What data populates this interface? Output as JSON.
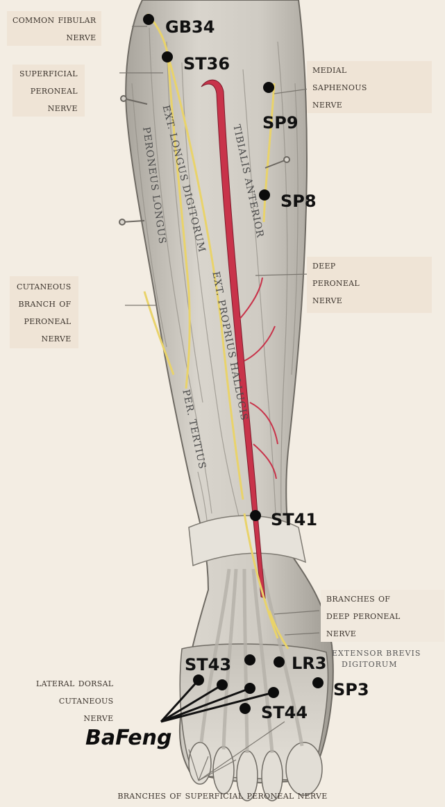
{
  "labels": {
    "common_fibular": [
      "COMMON FIBULAR",
      "NERVE"
    ],
    "superficial_peroneal": [
      "SUPERFICIAL",
      "PERONEAL",
      "NERVE"
    ],
    "medial_saphenous": [
      "MEDIAL",
      "SAPHENOUS",
      "NERVE"
    ],
    "deep_peroneal": [
      "DEEP",
      "PERONEAL",
      "NERVE"
    ],
    "cutaneous_branch": [
      "CUTANEOUS",
      "BRANCH OF",
      "PERONEAL",
      "NERVE"
    ],
    "branches_deep_peroneal": [
      "BRANCHES OF",
      "DEEP PERONEAL",
      "NERVE"
    ],
    "lateral_dorsal": [
      "LATERAL DORSAL",
      "CUTANEOUS",
      "NERVE"
    ],
    "footer": "BRANCHES OF SUPERFICIAL PERONEAL NERVE"
  },
  "points": {
    "gb34": "GB34",
    "st36": "ST36",
    "sp9": "SP9",
    "sp8": "SP8",
    "st41": "ST41",
    "st43": "ST43",
    "lr3": "LR3",
    "sp3": "SP3",
    "st44": "ST44",
    "bafeng": "BaFeng"
  },
  "engravings": {
    "ext_long_digitorum": "EXT. LONGUS DIGITORUM",
    "peroneus_longus": "PERONEUS LONGUS",
    "tibialis_anterior": "TIBIALIS ANTERIOR",
    "ext_proprius_hallucis": "EXT. PROPRIUS HALLUCIS",
    "per_tertius": "PER. TERTIUS",
    "extensor_brevis": "EXTENSOR BREVIS",
    "digitorum": "DIGITORUM"
  },
  "colors": {
    "background": "#f3ede3",
    "label_box": "#efe4d6",
    "artery": "#c8334a",
    "nerve": "#e9d36a",
    "muscle": "#c9c5bd",
    "dot": "#0c0c0c"
  }
}
